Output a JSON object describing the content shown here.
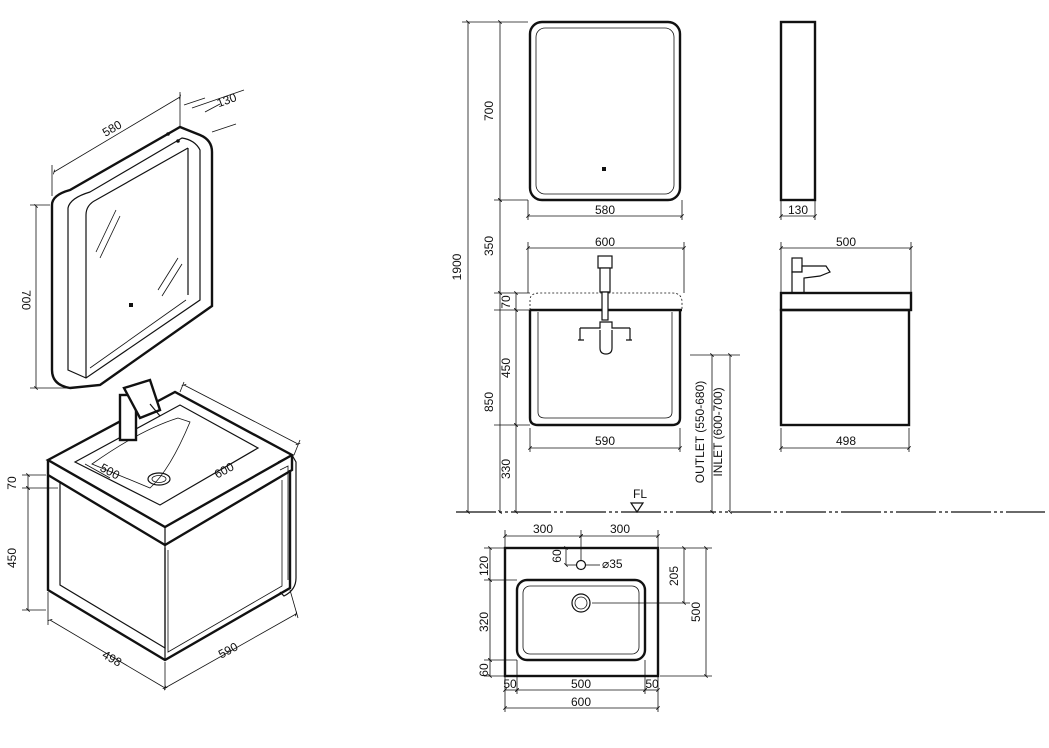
{
  "iso": {
    "mirror_width": "580",
    "mirror_depth": "130",
    "mirror_height": "700",
    "basin_depth": "500",
    "basin_width": "600",
    "top_thickness": "70",
    "cabinet_height": "450",
    "cabinet_depth": "498",
    "cabinet_width": "590"
  },
  "elevation": {
    "total_height": "1900",
    "mirror_height": "700",
    "mirror_width": "580",
    "mirror_gap": "350",
    "basin_width": "600",
    "top_thickness": "70",
    "cabinet_height": "450",
    "vanity_height": "850",
    "cabinet_width": "590",
    "floor_clearance": "330",
    "outlet": "OUTLET (550-680)",
    "inlet": "INLET (600-700)",
    "floor_label": "FL"
  },
  "side": {
    "mirror_depth": "130",
    "basin_depth": "500",
    "cabinet_depth": "498"
  },
  "plan": {
    "half_left": "300",
    "half_right": "300",
    "hole_offset": "60",
    "hole_diameter": "⌀35",
    "back_margin": "120",
    "bowl_depth": "320",
    "front_margin": "60",
    "drain_offset": "205",
    "total_depth": "500",
    "side_left": "50",
    "bowl_width": "500",
    "side_right": "50",
    "total_width": "600"
  }
}
